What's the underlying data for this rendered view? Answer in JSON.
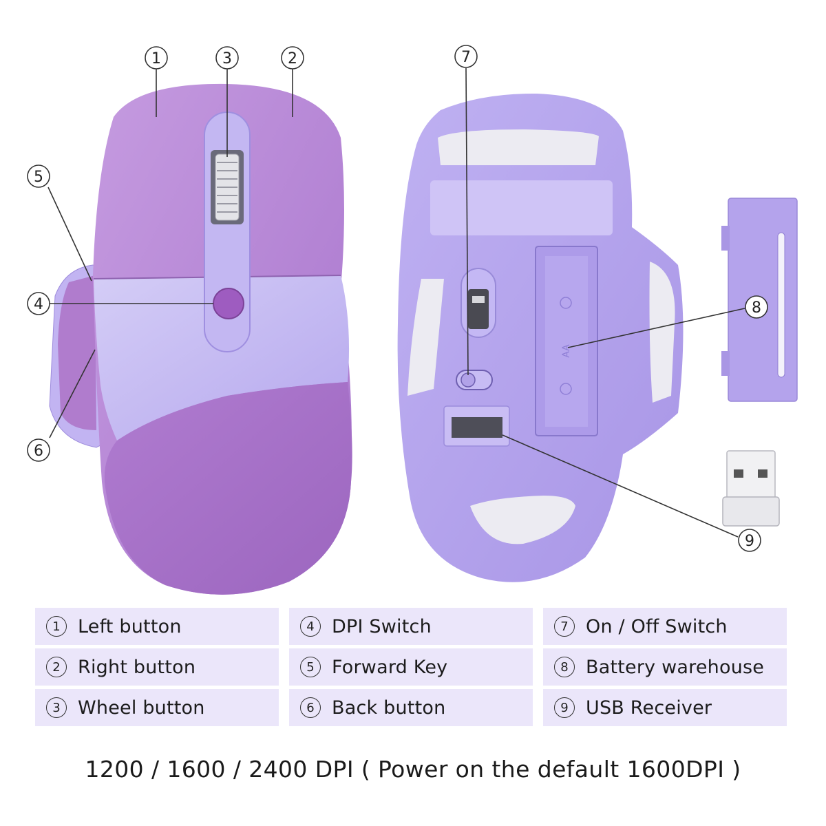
{
  "callouts": [
    {
      "num": "1",
      "label": "Left button"
    },
    {
      "num": "2",
      "label": "Right button"
    },
    {
      "num": "3",
      "label": "Wheel button"
    },
    {
      "num": "4",
      "label": "DPI Switch"
    },
    {
      "num": "5",
      "label": "Forward Key"
    },
    {
      "num": "6",
      "label": "Back button"
    },
    {
      "num": "7",
      "label": "On / Off Switch"
    },
    {
      "num": "8",
      "label": "Battery warehouse"
    },
    {
      "num": "9",
      "label": "USB Receiver"
    }
  ],
  "footer": "1200 / 1600 / 2400 DPI ( Power on the default 1600DPI )",
  "colors": {
    "shell_purple": "#b48ad8",
    "palm_purple": "#a978c6",
    "light_lavender": "#c9bdf2",
    "bottom_lavender": "#b3a3ec",
    "legend_bg": "#ebe6fa"
  }
}
